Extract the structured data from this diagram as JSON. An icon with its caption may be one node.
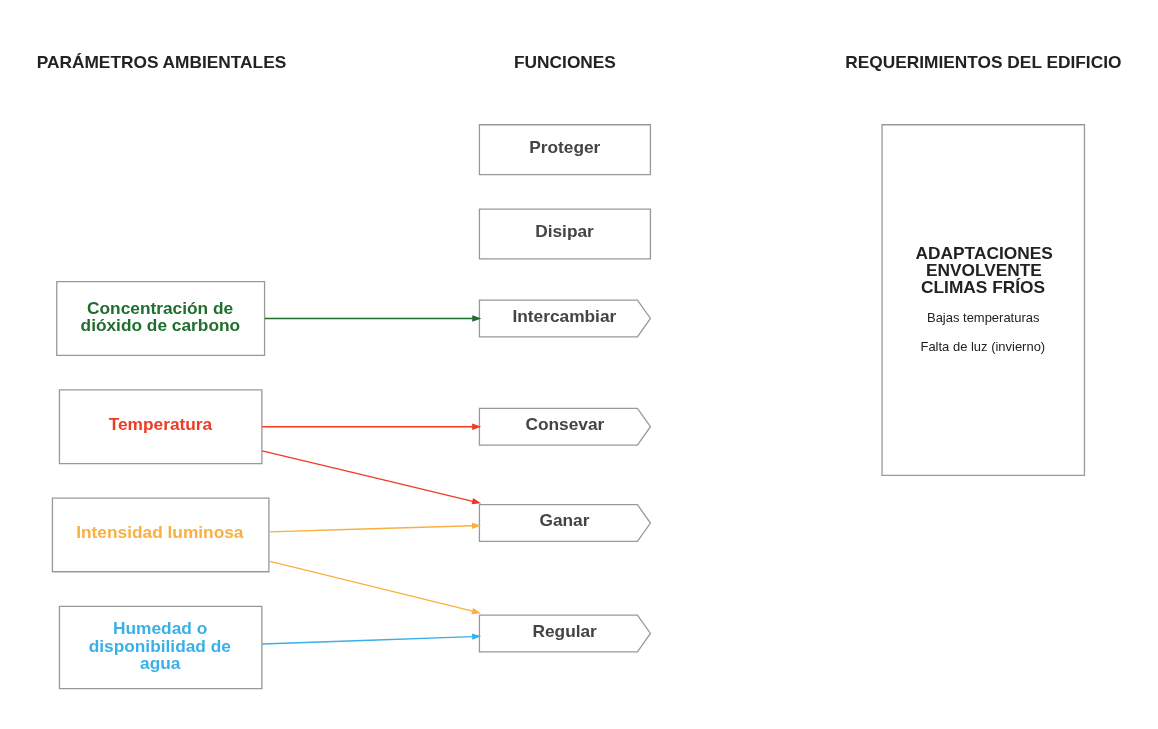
{
  "diagram": {
    "nodes": [
      {
        "text": [
          "Temperatura"
        ]
      },
      {
        "text": [
          "Humedad o disponibilidad de agua"
        ]
      },
      {
        "text": [
          "Intensidad luminosa"
        ]
      },
      {
        "text": [
          "Concentración de dióxido de carbono"
        ]
      },
      {
        "text": [
          "Ganar"
        ]
      },
      {
        "text": [
          "Disipar"
        ]
      },
      {
        "text": [
          "Proteger"
        ]
      },
      {
        "text": [
          "Consevar"
        ]
      },
      {
        "text": [
          "Regular"
        ]
      },
      {
        "text": [
          "Intercambiar"
        ]
      },
      {
        "text": [
          "ADAPTACIONES ENVOLVENTE CLIMAS FRÍOS",
          "Bajas temperaturas",
          "Falta de luz (invierno)"
        ]
      }
    ],
    "edges": [
      {
        "from": 0,
        "to": 4,
        "arrow": "to",
        "color": "#f03a24"
      },
      {
        "from": 0,
        "to": 7,
        "arrow": "to",
        "color": "#f03a24"
      },
      {
        "from": 1,
        "to": 8,
        "arrow": "to",
        "color": "#3ab0e8"
      },
      {
        "from": 2,
        "to": 4,
        "arrow": "to",
        "color": "#f9b040"
      },
      {
        "from": 2,
        "to": 8,
        "arrow": "to",
        "color": "#f9b040"
      },
      {
        "from": 3,
        "to": 9,
        "arrow": "to",
        "color": "#1f6e2e"
      }
    ],
    "labels": [
      "PARÁMETROS AMBIENTALES",
      "FUNCIONES",
      "REQUERIMIENTOS DEL EDIFICIO"
    ]
  }
}
